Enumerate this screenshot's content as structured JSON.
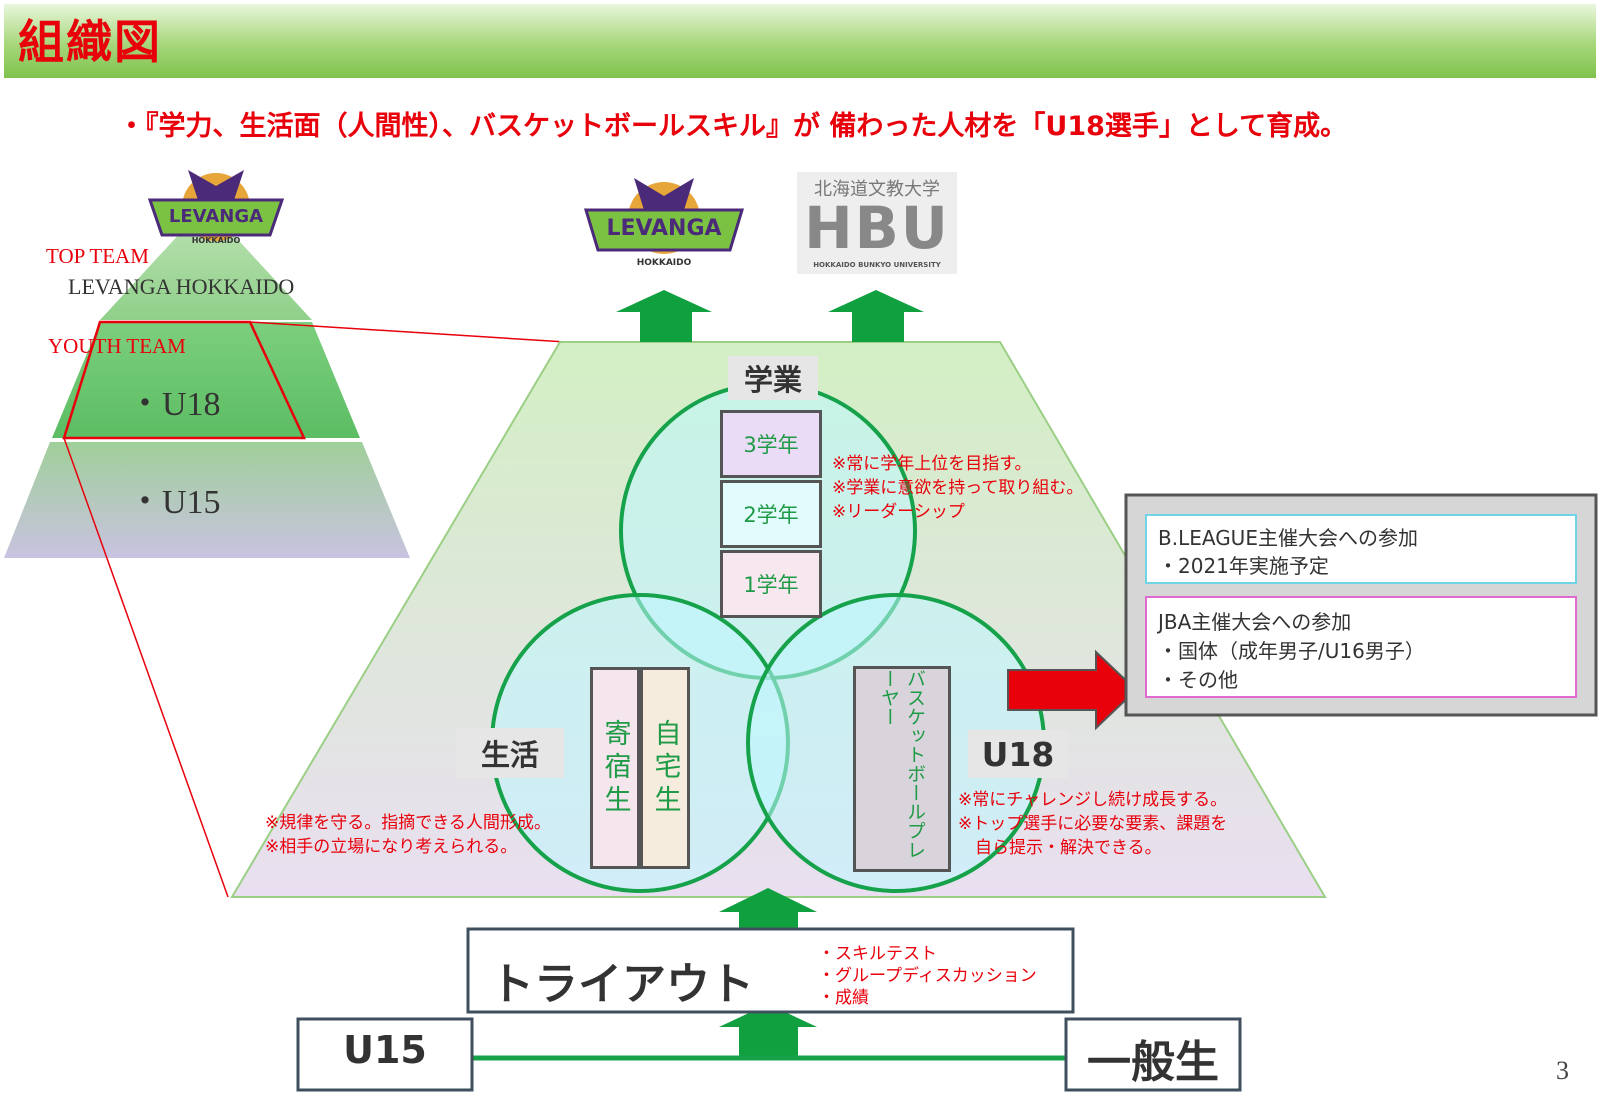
{
  "title": "組織図",
  "subtitle": "・『学力、生活面（人間性）、バスケットボールスキル』が 備わった人材を「U18選手」として育成。",
  "pyramid": {
    "top_team_label": "TOP TEAM",
    "top_team_name": "LEVANGA HOKKAIDO",
    "youth_team_label": "YOUTH TEAM",
    "u18": "・U18",
    "u15": "・U15"
  },
  "logos": {
    "levanga_text": "LEVANGA",
    "levanga_sub": "HOKKAIDO",
    "hbu_jp": "北海道文教大学",
    "hbu_mark": "HBU",
    "hbu_en": "HOKKAIDO BUNKYO UNIVERSITY"
  },
  "circles": {
    "academics": {
      "heading": "学業",
      "grades": [
        "3学年",
        "2学年",
        "1学年"
      ],
      "notes": [
        "※常に学年上位を目指す。",
        "※学業に意欲を持って取り組む。",
        "※リーダーシップ"
      ]
    },
    "life": {
      "heading": "生活",
      "boxes": [
        "寄宿生",
        "自宅生"
      ],
      "notes": [
        "※規律を守る。指摘できる人間形成。",
        "※相手の立場になり考えられる。"
      ]
    },
    "u18": {
      "heading": "U18",
      "box": "バスケットボールプレーヤー",
      "notes": [
        "※常にチャレンジし続け成長する。",
        "※トップ選手に必要な要素、課題を",
        "　自ら提示・解決できる。"
      ]
    }
  },
  "competitions": {
    "bleague_title": "B.LEAGUE主催大会への参加",
    "bleague_detail": "・2021年実施予定",
    "jba_title": "JBA主催大会への参加",
    "jba_detail1": "・国体（成年男子/U16男子）",
    "jba_detail2": "・その他"
  },
  "tryout": {
    "label": "トライアウト",
    "items": [
      "・スキルテスト",
      "・グループディスカッション",
      "・成績"
    ]
  },
  "sources": {
    "u15": "U15",
    "general": "一般生"
  },
  "page_number": "3",
  "colors": {
    "accent_red": "#e8000b",
    "green": "#1f9a46",
    "arrow_green": "#10a040"
  }
}
